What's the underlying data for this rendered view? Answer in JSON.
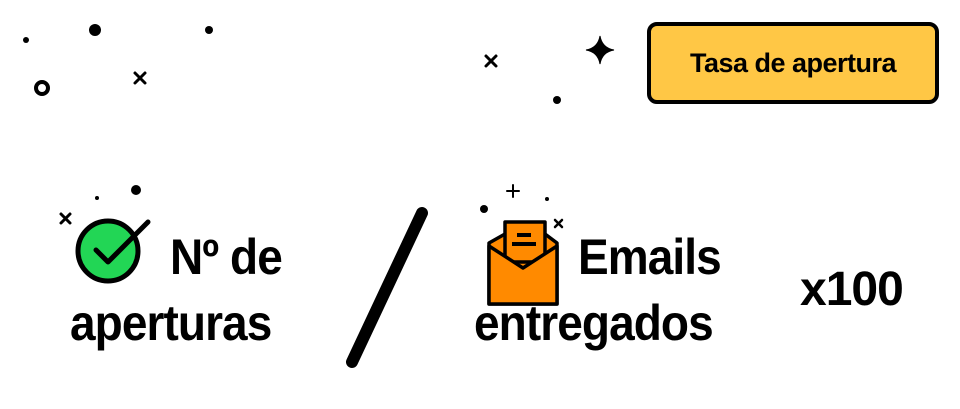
{
  "button": {
    "label": "Tasa de apertura",
    "color": "#FFC745"
  },
  "numerator": {
    "line1": "Nº de",
    "line2": "aperturas",
    "icon": "check-circle-icon",
    "icon_color": "#22D655"
  },
  "denominator": {
    "line1": "Emails",
    "line2": "entregados",
    "icon": "open-envelope-icon",
    "icon_color": "#FF8A00"
  },
  "multiplier": "x100"
}
